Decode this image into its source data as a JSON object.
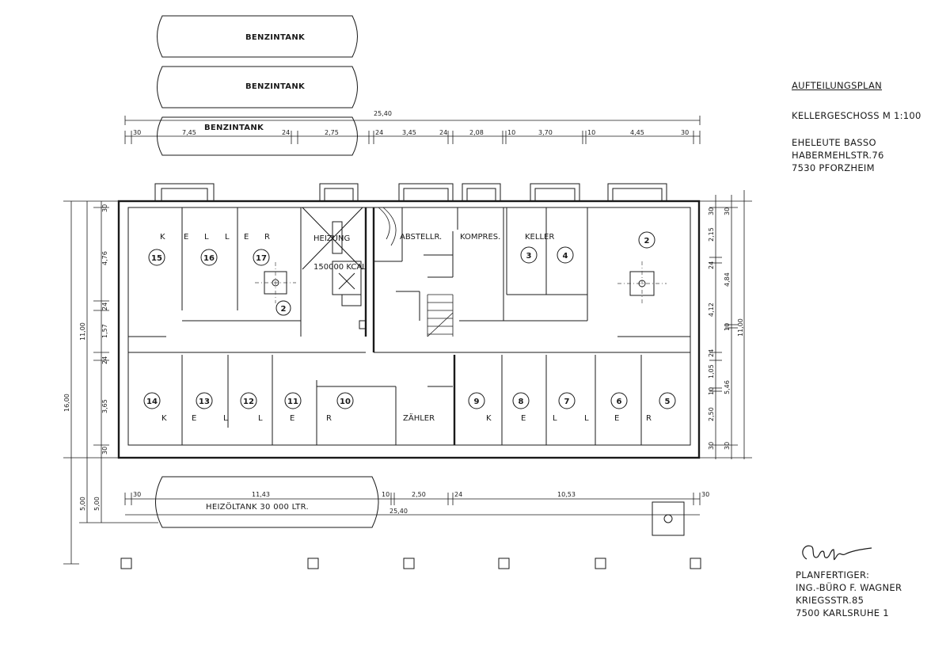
{
  "tanks": {
    "benzin_1": "BENZINTANK",
    "benzin_2": "BENZINTANK",
    "benzin_3": "BENZINTANK",
    "heizoel": "HEIZÖLTANK 30 000 LTR."
  },
  "dimensions": {
    "top_total": "25,40",
    "top_segments": [
      "30",
      "7,45",
      "24",
      "2,75",
      "24",
      "3,45",
      "24",
      "2,08",
      "10",
      "3,70",
      "10",
      "4,45",
      "30"
    ],
    "bottom_segments": [
      "30",
      "11,43",
      "10",
      "2,50",
      "24",
      "10,53",
      "30"
    ],
    "bottom_total": "25,40",
    "left_total": "16,00",
    "left_upper": "11,00",
    "left_lower": "5,00",
    "left_segments": [
      "30",
      "4,76",
      "24",
      "1,57",
      "24",
      "3,65",
      "30",
      "5,00"
    ],
    "right_total": "11,00",
    "right_segments": [
      "30",
      "2,15",
      "24",
      "4,12",
      "24",
      "1,05",
      "10",
      "2,50",
      "30"
    ],
    "right_inner": [
      "30",
      "4,84",
      "10",
      "5,46",
      "30"
    ]
  },
  "rooms": {
    "keller_top_letters": [
      "K",
      "E",
      "L",
      "L",
      "E",
      "R"
    ],
    "heizung": "HEIZUNG",
    "heizung_capacity": "150000 KCAL",
    "abstellr": "ABSTELLR.",
    "kompres": "KOMPRES.",
    "keller_right": "KELLER",
    "zaehler": "ZÄHLER",
    "keller_bottom_left_letters": [
      "K",
      "E",
      "L",
      "L",
      "E",
      "R"
    ],
    "keller_bottom_right_letters": [
      "K",
      "E",
      "L",
      "L",
      "E",
      "R"
    ]
  },
  "room_numbers": [
    "15",
    "16",
    "17",
    "2",
    "3",
    "4",
    "2",
    "14",
    "13",
    "12",
    "11",
    "10",
    "9",
    "8",
    "7",
    "6",
    "5"
  ],
  "title_block": {
    "title": "AUFTEILUNGSPLAN",
    "scale": "KELLERGESCHOSS  M 1:100",
    "owner_1": "EHELEUTE  BASSO",
    "owner_2": "HABERMEHLSTR.76",
    "owner_3": "7530  PFORZHEIM"
  },
  "planner": {
    "label": "PLANFERTIGER:",
    "office": "ING.-BÜRO  F. WAGNER",
    "street": "KRIEGSSTR.85",
    "city": "7500 KARLSRUHE 1"
  }
}
